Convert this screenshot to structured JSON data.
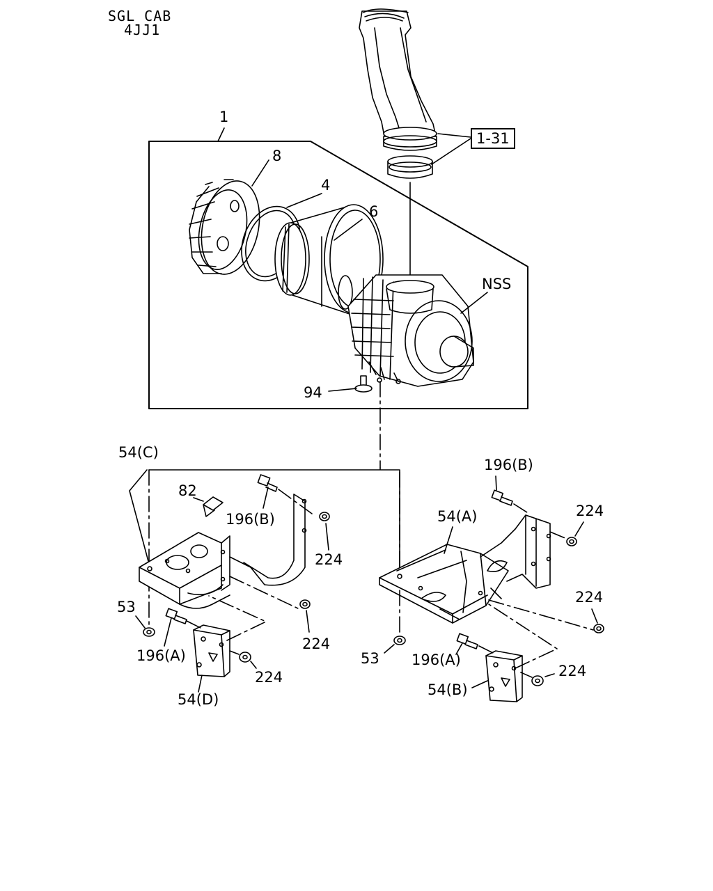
{
  "header": {
    "line1": "SGL CAB",
    "line2": "4JJ1"
  },
  "callouts": {
    "assembly": "1",
    "ref": "1-31",
    "cap": "8",
    "ring": "4",
    "element": "6",
    "nss": "NSS",
    "bolt94": "94",
    "bracket_c": "54(C)",
    "pad": "82",
    "bolt_b_left": "196(B)",
    "nut_left_top": "224",
    "nut_left_mid": "224",
    "nut_left_low": "224",
    "nut53_left": "53",
    "bolt_a_left": "196(A)",
    "bracket_d": "54(D)",
    "bolt_b_right": "196(B)",
    "bracket_a": "54(A)",
    "nut_right_top": "224",
    "nut_right_mid": "224",
    "nut53_right": "53",
    "bolt_a_right": "196(A)",
    "nut_right_low": "224",
    "bracket_b": "54(B)"
  }
}
